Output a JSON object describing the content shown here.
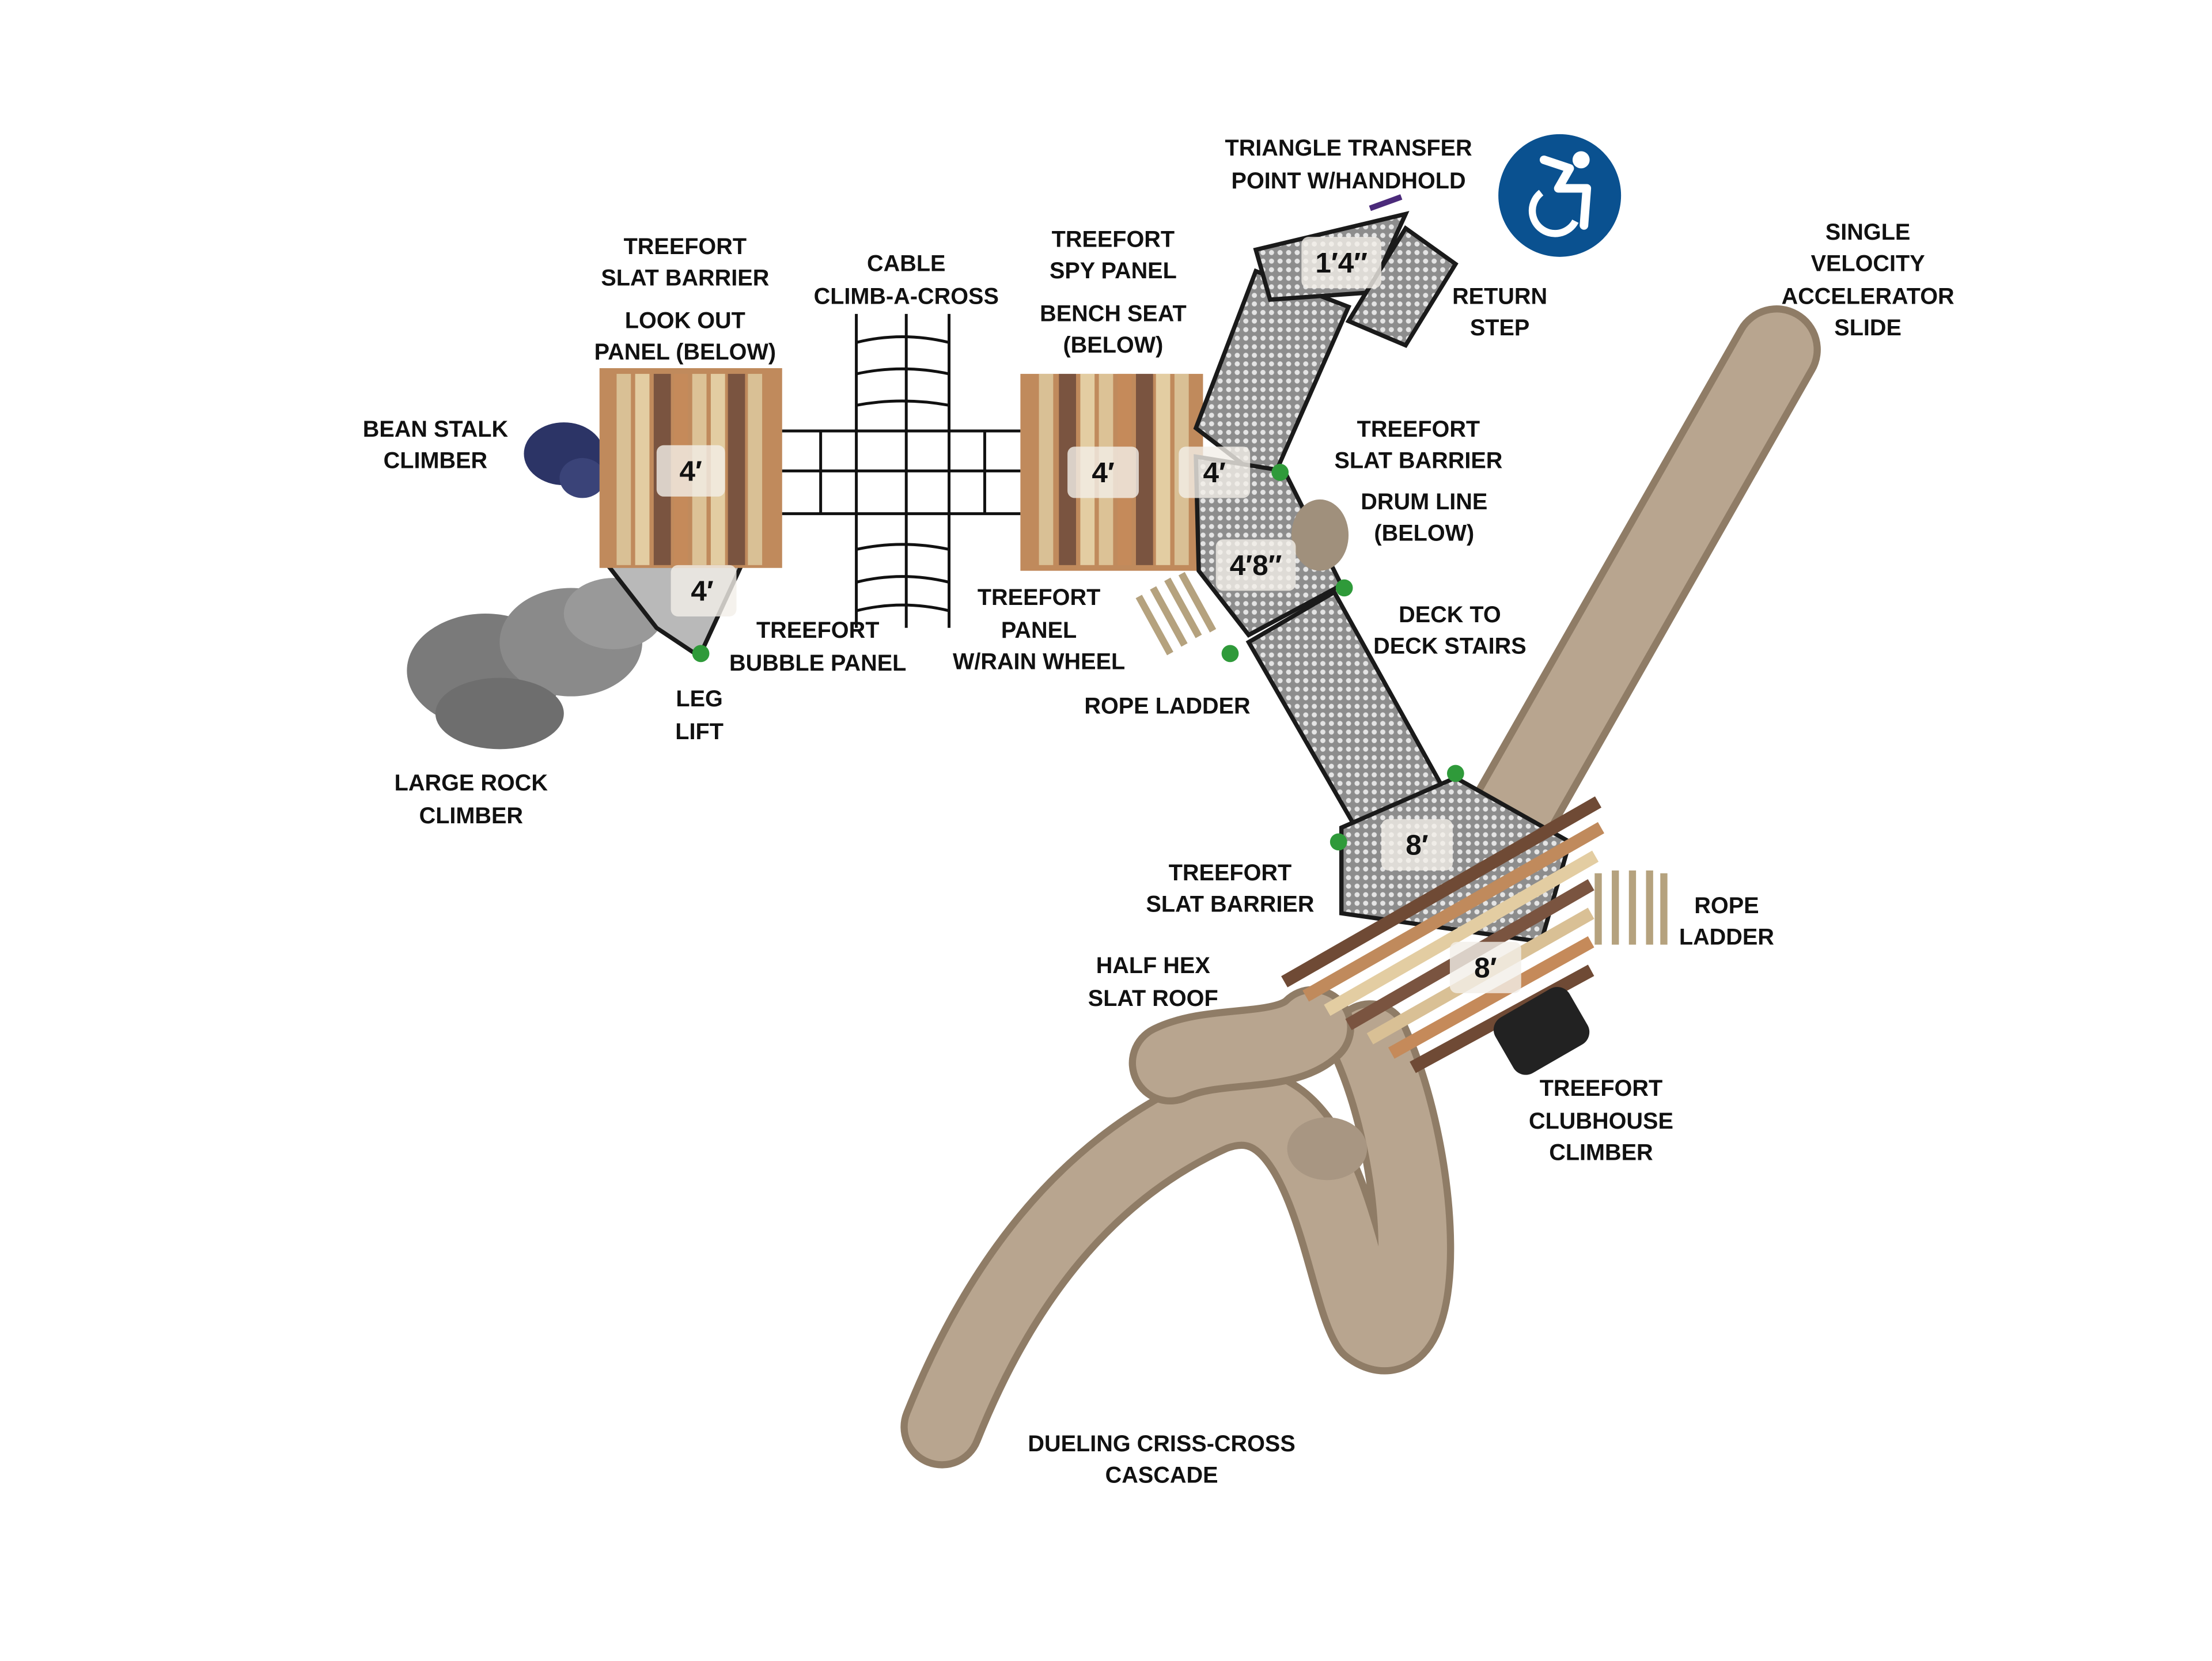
{
  "accessibility_icon": "wheelchair-icon",
  "colors": {
    "accessibility_blue": "#0a5190",
    "slide_tan": "#b8a58f",
    "deck_grey": "#b9b9b9",
    "rock_grey": "#7a7a7a",
    "bean_stalk_navy": "#2c3466",
    "post_purple": "#4b2a7a",
    "clamp_green": "#2f9a3a"
  },
  "labels": [
    {
      "name": "triangle-transfer-point",
      "lines": [
        "TRIANGLE TRANSFER",
        "POINT W/HANDHOLD"
      ]
    },
    {
      "name": "return-step",
      "lines": [
        "RETURN",
        "STEP"
      ]
    },
    {
      "name": "single-velocity-accelerator-slide",
      "lines": [
        "SINGLE",
        "VELOCITY",
        "ACCELERATOR",
        "SLIDE"
      ]
    },
    {
      "name": "treefort-spy-panel",
      "lines": [
        "TREEFORT",
        "SPY PANEL"
      ]
    },
    {
      "name": "bench-seat",
      "lines": [
        "BENCH SEAT",
        "(BELOW)"
      ]
    },
    {
      "name": "cable-climb-a-cross",
      "lines": [
        "CABLE",
        "CLIMB-A-CROSS"
      ]
    },
    {
      "name": "treefort-slat-barrier-left",
      "lines": [
        "TREEFORT",
        "SLAT BARRIER"
      ]
    },
    {
      "name": "look-out-panel",
      "lines": [
        "LOOK OUT",
        "PANEL (BELOW)"
      ]
    },
    {
      "name": "bean-stalk-climber",
      "lines": [
        "BEAN STALK",
        "CLIMBER"
      ]
    },
    {
      "name": "treefort-slat-barrier-right",
      "lines": [
        "TREEFORT",
        "SLAT BARRIER"
      ]
    },
    {
      "name": "drum-line",
      "lines": [
        "DRUM LINE",
        "(BELOW)"
      ]
    },
    {
      "name": "deck-to-deck-stairs",
      "lines": [
        "DECK TO",
        "DECK STAIRS"
      ]
    },
    {
      "name": "treefort-panel-rain-wheel",
      "lines": [
        "TREEFORT",
        "PANEL",
        "W/RAIN WHEEL"
      ]
    },
    {
      "name": "treefort-bubble-panel",
      "lines": [
        "TREEFORT",
        "BUBBLE PANEL"
      ]
    },
    {
      "name": "leg-lift",
      "lines": [
        "LEG",
        "LIFT"
      ]
    },
    {
      "name": "rope-ladder-upper",
      "lines": [
        "ROPE LADDER"
      ]
    },
    {
      "name": "large-rock-climber",
      "lines": [
        "LARGE ROCK",
        "CLIMBER"
      ]
    },
    {
      "name": "treefort-slat-barrier-lower",
      "lines": [
        "TREEFORT",
        "SLAT BARRIER"
      ]
    },
    {
      "name": "half-hex-slat-roof",
      "lines": [
        "HALF HEX",
        "SLAT ROOF"
      ]
    },
    {
      "name": "rope-ladder-lower",
      "lines": [
        "ROPE",
        "LADDER"
      ]
    },
    {
      "name": "treefort-clubhouse-climber",
      "lines": [
        "TREEFORT",
        "CLUBHOUSE",
        "CLIMBER"
      ]
    },
    {
      "name": "dueling-criss-cross-cascade",
      "lines": [
        "DUELING CRISS-CROSS",
        "CASCADE"
      ]
    }
  ],
  "deck_heights": [
    "4′",
    "4′",
    "4′",
    "4′",
    "4′8″",
    "1′4″",
    "8′",
    "8′"
  ]
}
